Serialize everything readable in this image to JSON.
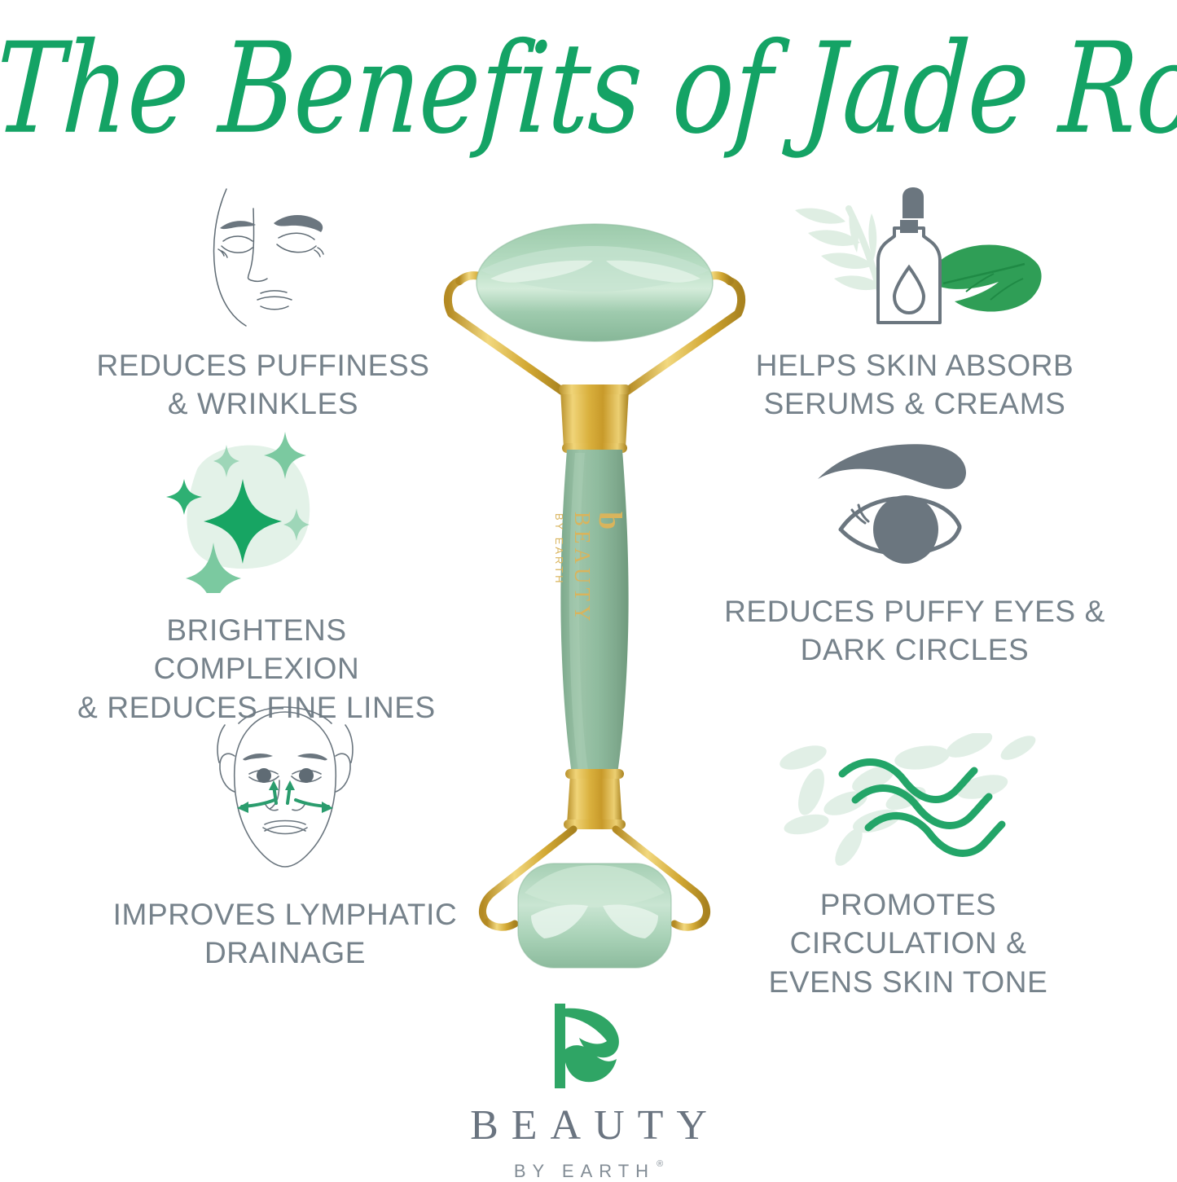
{
  "title": "The Benefits of Jade Rolling",
  "colors": {
    "brand_green": "#14a365",
    "leaf_green": "#2f9e56",
    "pale_mint": "#e3f2e8",
    "text_slate": "#76828b",
    "gold": "#d4af37",
    "jade": "#8fbfa0"
  },
  "benefits": [
    {
      "id": "reduces-puffiness",
      "icon": "face-closed-eyes-icon",
      "line1": "REDUCES PUFFINESS",
      "line2": "& WRINKLES"
    },
    {
      "id": "helps-skin-absorb",
      "icon": "serum-dropper-bottle-icon",
      "line1": "HELPS SKIN ABSORB",
      "line2": "SERUMS & CREAMS"
    },
    {
      "id": "brightens-complexion",
      "icon": "sparkle-icon",
      "line1": "BRIGHTENS COMPLEXION",
      "line2": "& REDUCES FINE LINES"
    },
    {
      "id": "reduces-puffy-eyes",
      "icon": "eye-icon",
      "line1": "REDUCES PUFFY EYES &",
      "line2": "DARK CIRCLES"
    },
    {
      "id": "improves-lymphatic-drainage",
      "icon": "face-massage-arrows-icon",
      "line1": "IMPROVES LYMPHATIC",
      "line2": "DRAINAGE"
    },
    {
      "id": "promotes-circulation",
      "icon": "flow-waves-icon",
      "line1": "PROMOTES CIRCULATION &",
      "line2": "EVENS SKIN TONE"
    }
  ],
  "product": {
    "name": "jade-roller",
    "handle_logo_mark": "b",
    "handle_brand": "BEAUTY",
    "handle_tagline": "BY EARTH"
  },
  "logo": {
    "mark": "b-leaf-mark",
    "wordmark": "BEAUTY",
    "tagline": "BY EARTH",
    "registered": "®"
  }
}
